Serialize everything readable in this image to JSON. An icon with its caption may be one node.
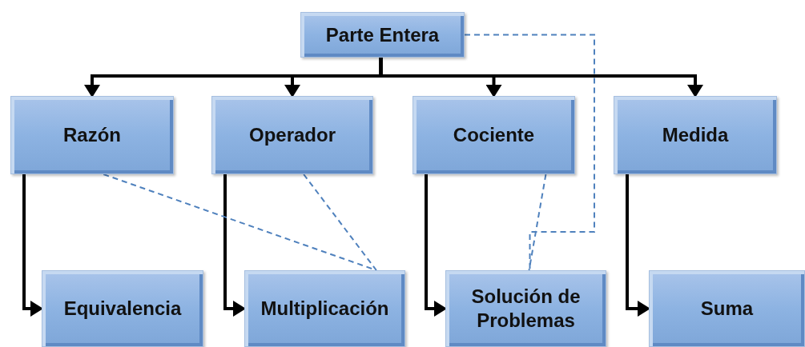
{
  "diagram": {
    "nodes": [
      {
        "text": [
          "Parte Entera"
        ]
      },
      {
        "text": [
          "Razón"
        ]
      },
      {
        "text": [
          "Operador"
        ]
      },
      {
        "text": [
          "Cociente"
        ]
      },
      {
        "text": [
          "Medida"
        ]
      },
      {
        "text": [
          "Equivalencia"
        ]
      },
      {
        "text": [
          "Multiplicación"
        ]
      },
      {
        "text": [
          "Solución de Problemas"
        ]
      },
      {
        "text": [
          "Suma"
        ]
      }
    ],
    "edges": [
      {
        "from": 0,
        "to": 1,
        "arrow": "to"
      },
      {
        "from": 0,
        "to": 2,
        "arrow": "to"
      },
      {
        "from": 0,
        "to": 3,
        "arrow": "to"
      },
      {
        "from": 0,
        "to": 4,
        "arrow": "to"
      },
      {
        "from": 1,
        "to": 5,
        "arrow": "to"
      },
      {
        "from": 2,
        "to": 6,
        "arrow": "to"
      },
      {
        "from": 3,
        "to": 7,
        "arrow": "to"
      },
      {
        "from": 4,
        "to": 8,
        "arrow": "to"
      },
      {
        "from": 1,
        "to": 6,
        "arrow": "none",
        "style": "dashed",
        "color": "#4f81bd"
      },
      {
        "from": 2,
        "to": 6,
        "arrow": "none",
        "style": "dashed",
        "color": "#4f81bd"
      },
      {
        "from": 3,
        "to": 7,
        "arrow": "none",
        "style": "dashed",
        "color": "#4f81bd"
      },
      {
        "from": 0,
        "to": 7,
        "arrow": "none",
        "style": "dashed",
        "color": "#4f81bd"
      }
    ]
  }
}
